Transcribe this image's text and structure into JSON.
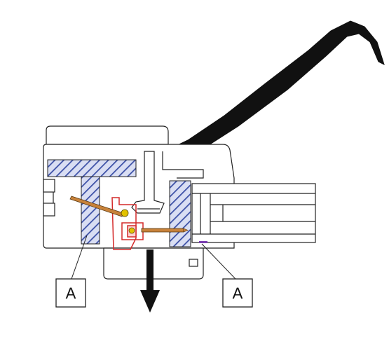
{
  "diagram": {
    "callouts": [
      {
        "id": "left",
        "label": "A"
      },
      {
        "id": "right",
        "label": "A"
      }
    ],
    "colors": {
      "outline": "#222222",
      "hatch": "#3b4fa6",
      "hatch_bg": "#d9def3",
      "fastener_red": "#d42a2a",
      "fastener_yellow": "#e2c200",
      "fastener_orange": "#c8823a",
      "accent_purple": "#7a3fb0",
      "tool": "#111111"
    },
    "icons": {
      "arrow": "down-arrow-icon",
      "tool": "pry-tool-icon"
    }
  }
}
